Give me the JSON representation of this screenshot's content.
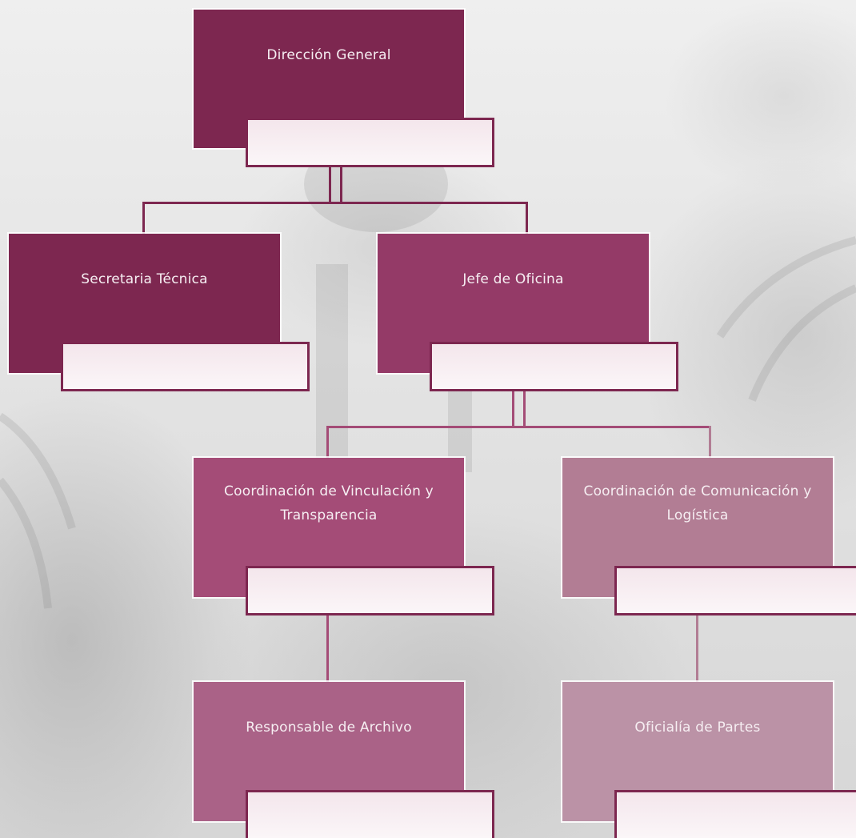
{
  "org_chart": {
    "nodes": [
      {
        "id": "direccion-general",
        "label": "Dirección General",
        "color": "#7d2750"
      },
      {
        "id": "secretaria-tecnica",
        "label": "Secretaria Técnica",
        "color": "#7d2750"
      },
      {
        "id": "jefe-de-oficina",
        "label": "Jefe de Oficina",
        "color": "#943a67"
      },
      {
        "id": "coordinacion-vinculacion",
        "label": "Coordinación de Vinculación y Transparencia",
        "color": "#a44c77"
      },
      {
        "id": "coordinacion-comunicacion",
        "label": "Coordinación de Comunicación y Logística",
        "color": "#b27d94"
      },
      {
        "id": "responsable-archivo",
        "label": "Responsable de Archivo",
        "color": "#aa6287"
      },
      {
        "id": "oficialia-partes",
        "label": "Oficialía de Partes",
        "color": "#bb92a6"
      }
    ],
    "edges": [
      {
        "from": "direccion-general",
        "to": "secretaria-tecnica"
      },
      {
        "from": "direccion-general",
        "to": "jefe-de-oficina"
      },
      {
        "from": "jefe-de-oficina",
        "to": "coordinacion-vinculacion"
      },
      {
        "from": "jefe-de-oficina",
        "to": "coordinacion-comunicacion"
      },
      {
        "from": "coordinacion-vinculacion",
        "to": "responsable-archivo"
      },
      {
        "from": "coordinacion-comunicacion",
        "to": "oficialia-partes"
      }
    ],
    "line_colors": {
      "top": "#7d2750",
      "middle": "#a44c77",
      "bottom": "#b27d94"
    }
  }
}
